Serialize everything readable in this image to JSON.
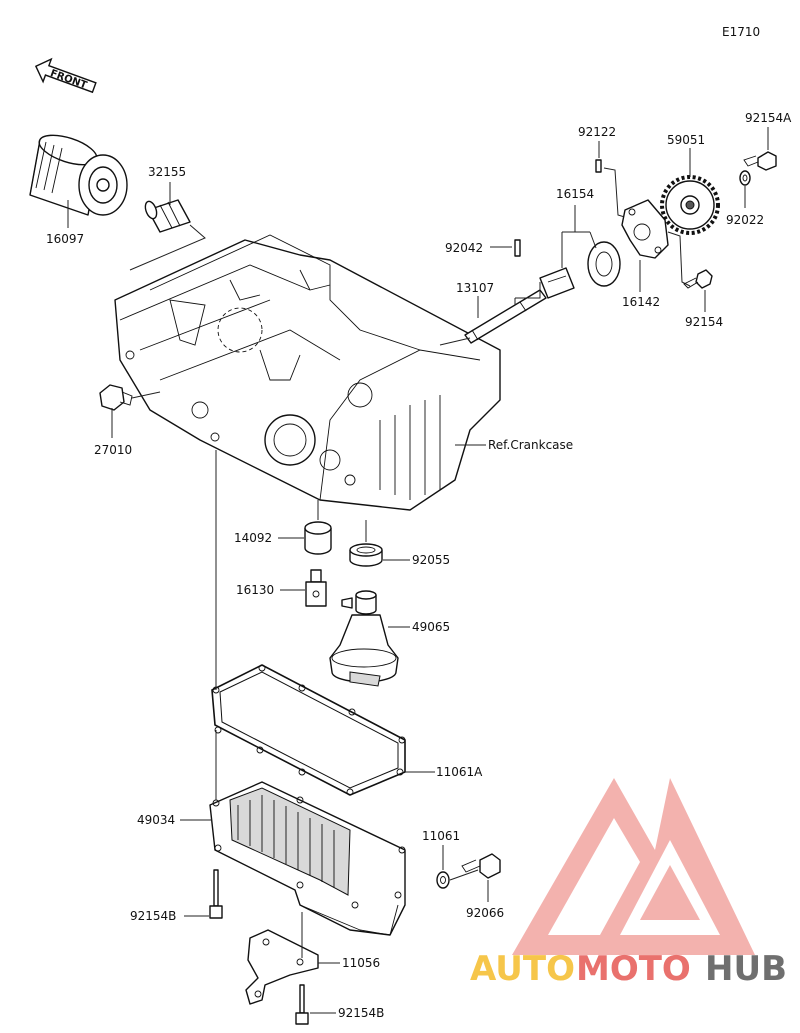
{
  "diagram_code": "E1710",
  "front_label": "FRONT",
  "reference_label": "Ref.Crankcase",
  "parts": {
    "p16097": "16097",
    "p32155": "32155",
    "p27010": "27010",
    "p92122": "92122",
    "p59051": "59051",
    "p92154A": "92154A",
    "p92022": "92022",
    "p16154": "16154",
    "p92042": "92042",
    "p13107": "13107",
    "p16142": "16142",
    "p92154": "92154",
    "p14092": "14092",
    "p92055": "92055",
    "p16130": "16130",
    "p49065": "49065",
    "p11061A": "11061A",
    "p49034": "49034",
    "p11061": "11061",
    "p92066": "92066",
    "p92154B_1": "92154B",
    "p11056": "11056",
    "p92154B_2": "92154B"
  },
  "watermark": {
    "part1": "AUTO",
    "part2": "MOTO",
    "part3": "HUB",
    "color1": "#f6c64a",
    "color2": "#e9716d",
    "color3": "#6f6f6f",
    "logo_color": "#ee8f8a"
  }
}
